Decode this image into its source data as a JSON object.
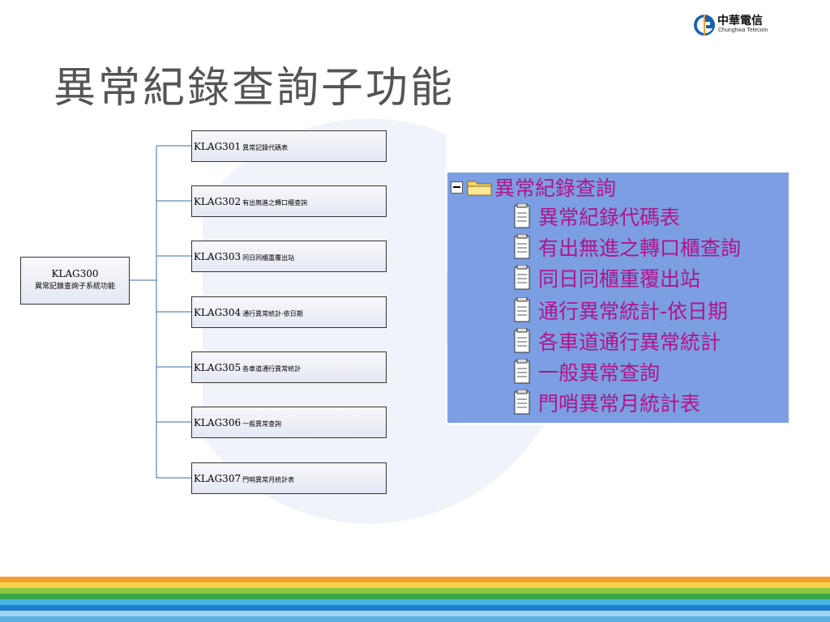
{
  "slide": {
    "title": "異常紀錄查詢子功能"
  },
  "logo": {
    "name_cn": "中華電信",
    "name_en": "Chunghwa Telecom"
  },
  "org_chart": {
    "root": {
      "code": "KLAG300",
      "label": "異常記錄查詢子系統功能"
    },
    "children": [
      {
        "code": "KLAG301",
        "label": "異常記錄代碼表"
      },
      {
        "code": "KLAG302",
        "label": "有出無進之轉口櫃查詢"
      },
      {
        "code": "KLAG303",
        "label": "同日同櫃重覆出站"
      },
      {
        "code": "KLAG304",
        "label": "通行異常統計-依日期"
      },
      {
        "code": "KLAG305",
        "label": "各車道通行異常統計"
      },
      {
        "code": "KLAG306",
        "label": "一般異常查詢"
      },
      {
        "code": "KLAG307",
        "label": "門哨異常月統計表"
      }
    ]
  },
  "menu_tree": {
    "root_label": "異常紀錄查詢",
    "items": [
      "異常紀錄代碼表",
      "有出無進之轉口櫃查詢",
      "同日同櫃重覆出站",
      "通行異常統計-依日期",
      "各車道通行異常統計",
      "一般異常查詢",
      "門哨異常月統計表"
    ],
    "icons": {
      "expander": "minus-box-icon",
      "folder": "folder-icon",
      "item": "document-icon"
    }
  },
  "colors": {
    "title": "#555555",
    "tree_background": "#7b9fe2",
    "tree_text": "#b0148a",
    "connector": "#3a6ea5",
    "logo_blue": "#1a5fb4",
    "stripes": [
      "#f0a030",
      "#f6d24a",
      "#8cc63f",
      "#3aa84a",
      "#45b8e8",
      "#1c7fd0",
      "#9fd3f0",
      "#5ab0e0"
    ]
  }
}
